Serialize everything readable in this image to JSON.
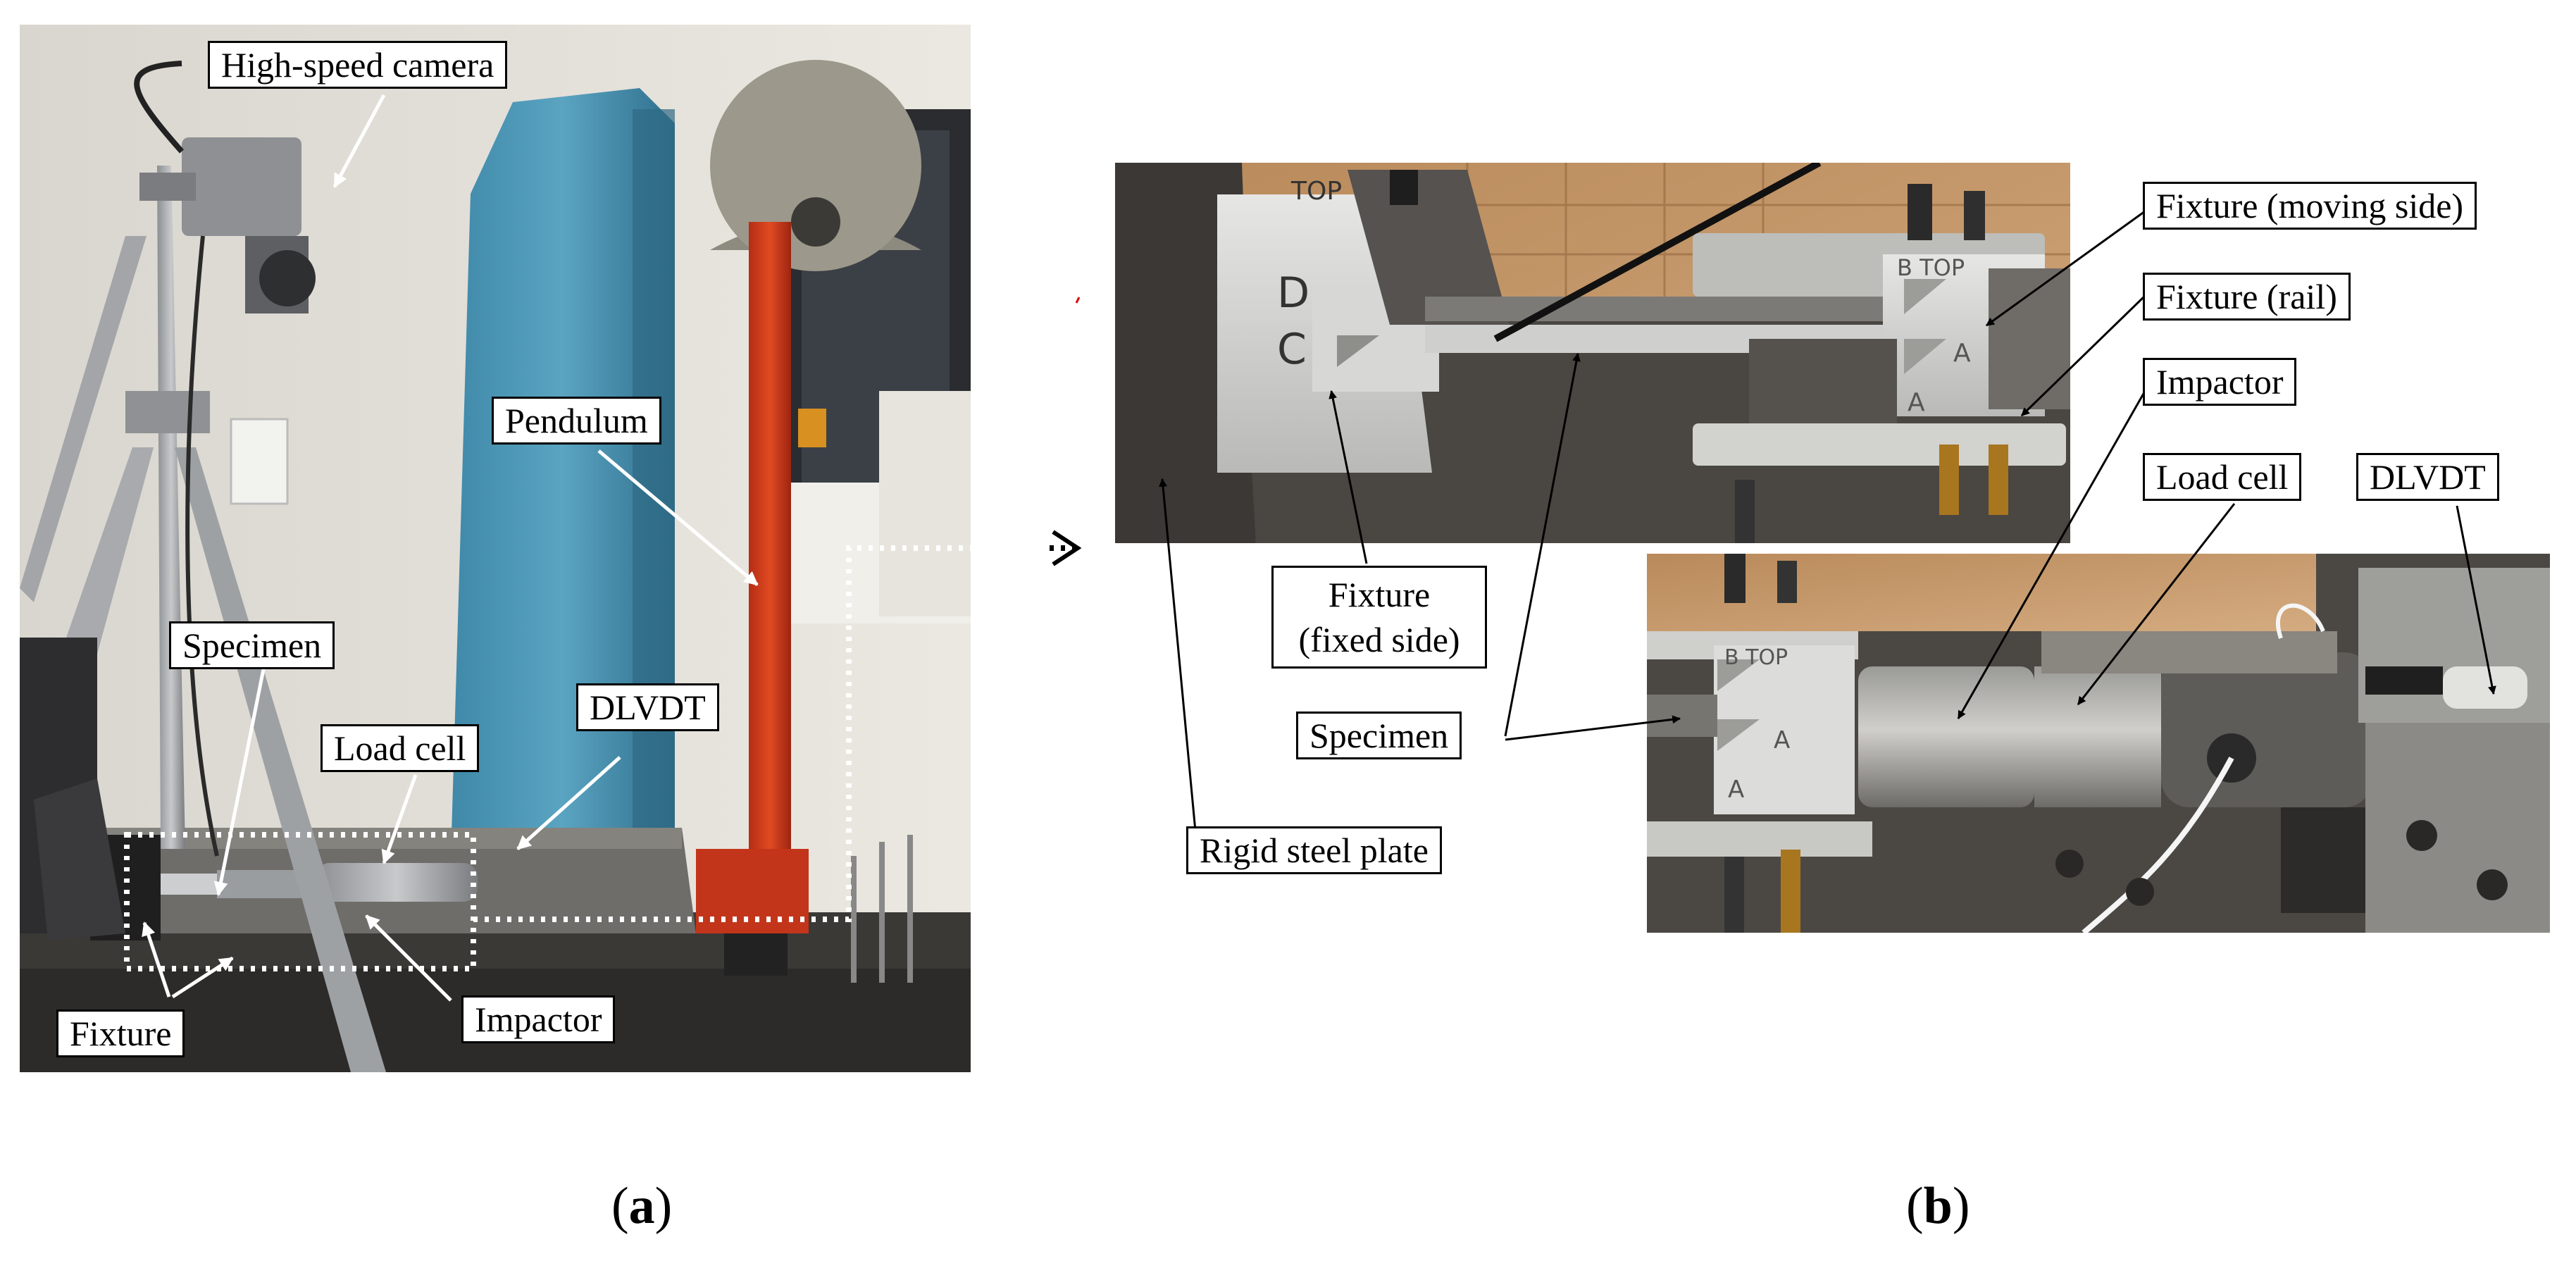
{
  "figure": {
    "panel_a": {
      "label_open": "(",
      "label_letter": "a",
      "label_close": ")",
      "callouts": {
        "high_speed_camera": "High-speed camera",
        "pendulum": "Pendulum",
        "specimen": "Specimen",
        "dlvdt": "DLVDT",
        "load_cell": "Load cell",
        "fixture": "Fixture",
        "impactor": "Impactor"
      }
    },
    "panel_b": {
      "label_open": "(",
      "label_letter": "b",
      "label_close": ")",
      "callouts": {
        "fixture_moving_side": "Fixture (moving side)",
        "fixture_rail": "Fixture (rail)",
        "impactor": "Impactor",
        "load_cell": "Load cell",
        "dlvdt": "DLVDT",
        "fixture_fixed_side_line1": "Fixture",
        "fixture_fixed_side_line2": "(fixed side)",
        "specimen": "Specimen",
        "rigid_steel_plate": "Rigid steel plate"
      },
      "specimen_markings": {
        "top_left_1": "TOP",
        "top_left_2": "D",
        "top_left_3": "C",
        "top_right_b": "B TOP",
        "top_right_a1": "A",
        "top_right_a2": "A",
        "bottom_b": "B TOP",
        "bottom_a1": "A",
        "bottom_a2": "A"
      }
    }
  }
}
